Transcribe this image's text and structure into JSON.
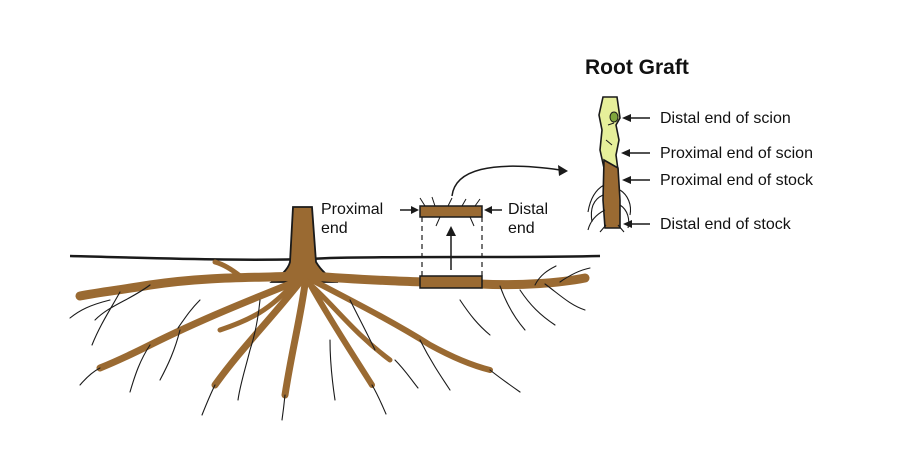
{
  "diagram": {
    "title": "Root Graft",
    "left_labels": {
      "proximal_line1": "Proximal",
      "proximal_line2": "end",
      "distal_line1": "Distal",
      "distal_line2": "end"
    },
    "graft_labels": {
      "distal_scion": "Distal end of scion",
      "proximal_scion": "Proximal end of scion",
      "proximal_stock": "Proximal end of stock",
      "distal_stock": "Distal end of stock"
    },
    "colors": {
      "root": "#9a6a32",
      "root_dark": "#5c3a18",
      "scion": "#e6ef9a",
      "outline": "#1a1a1a",
      "ground": "#1a1a1a"
    }
  }
}
